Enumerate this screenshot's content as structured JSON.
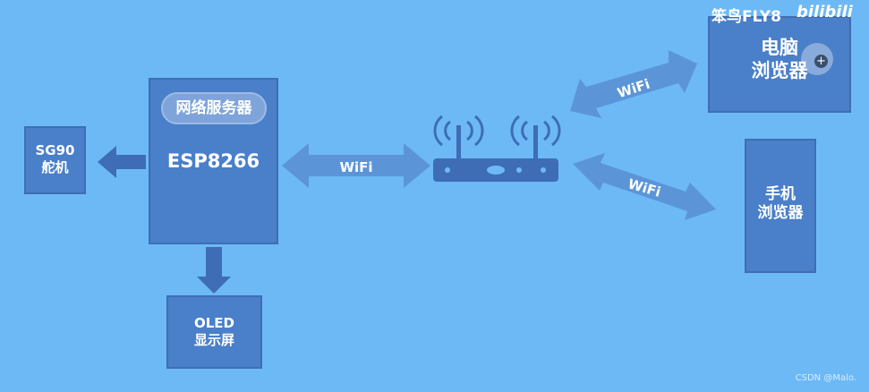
{
  "nodes": {
    "servo": {
      "line1": "SG90",
      "line2": "舵机"
    },
    "esp": {
      "pill": "网络服务器",
      "title": "ESP8266"
    },
    "oled": {
      "line1": "OLED",
      "line2": "显示屏"
    },
    "pc": {
      "line1": "电脑",
      "line2": "浏览器"
    },
    "phone": {
      "line1": "手机",
      "line2": "浏览器"
    }
  },
  "links": {
    "esp_router": "WiFi",
    "router_pc": "WiFi",
    "router_phone": "WiFi"
  },
  "watermark": {
    "author": "笨鸟FLY8",
    "site": "bilibili",
    "csdn": "CSDN @Malo."
  },
  "colors": {
    "background": "#6cb9f6",
    "box": "#4a7fc9",
    "arrow": "#5b95d8",
    "router": "#3e6db5"
  }
}
